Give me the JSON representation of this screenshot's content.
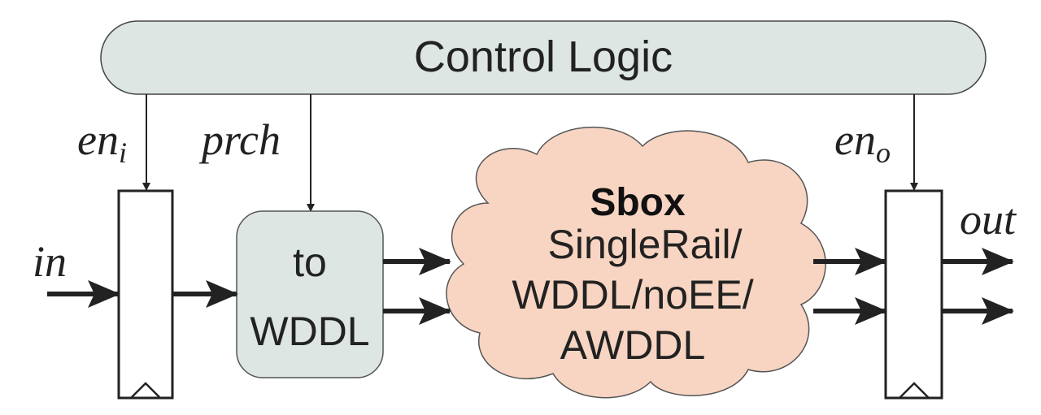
{
  "control_logic": {
    "label": "Control Logic"
  },
  "signals": {
    "en_i": {
      "base": "en",
      "sub": "i"
    },
    "prch": {
      "label": "prch"
    },
    "en_o": {
      "base": "en",
      "sub": "o"
    },
    "in": {
      "label": "in"
    },
    "out": {
      "label": "out"
    }
  },
  "to_wddl": {
    "line1": "to",
    "line2": "WDDL"
  },
  "sbox": {
    "title": "Sbox",
    "lines": [
      "SingleRail/",
      "WDDL/noEE/",
      "AWDDL"
    ]
  },
  "colors": {
    "control_fill": "#dde6e3",
    "to_wddl_fill": "#dde6e3",
    "sbox_fill": "#f8d5c2",
    "stroke": "#333333",
    "text": "#222222"
  }
}
